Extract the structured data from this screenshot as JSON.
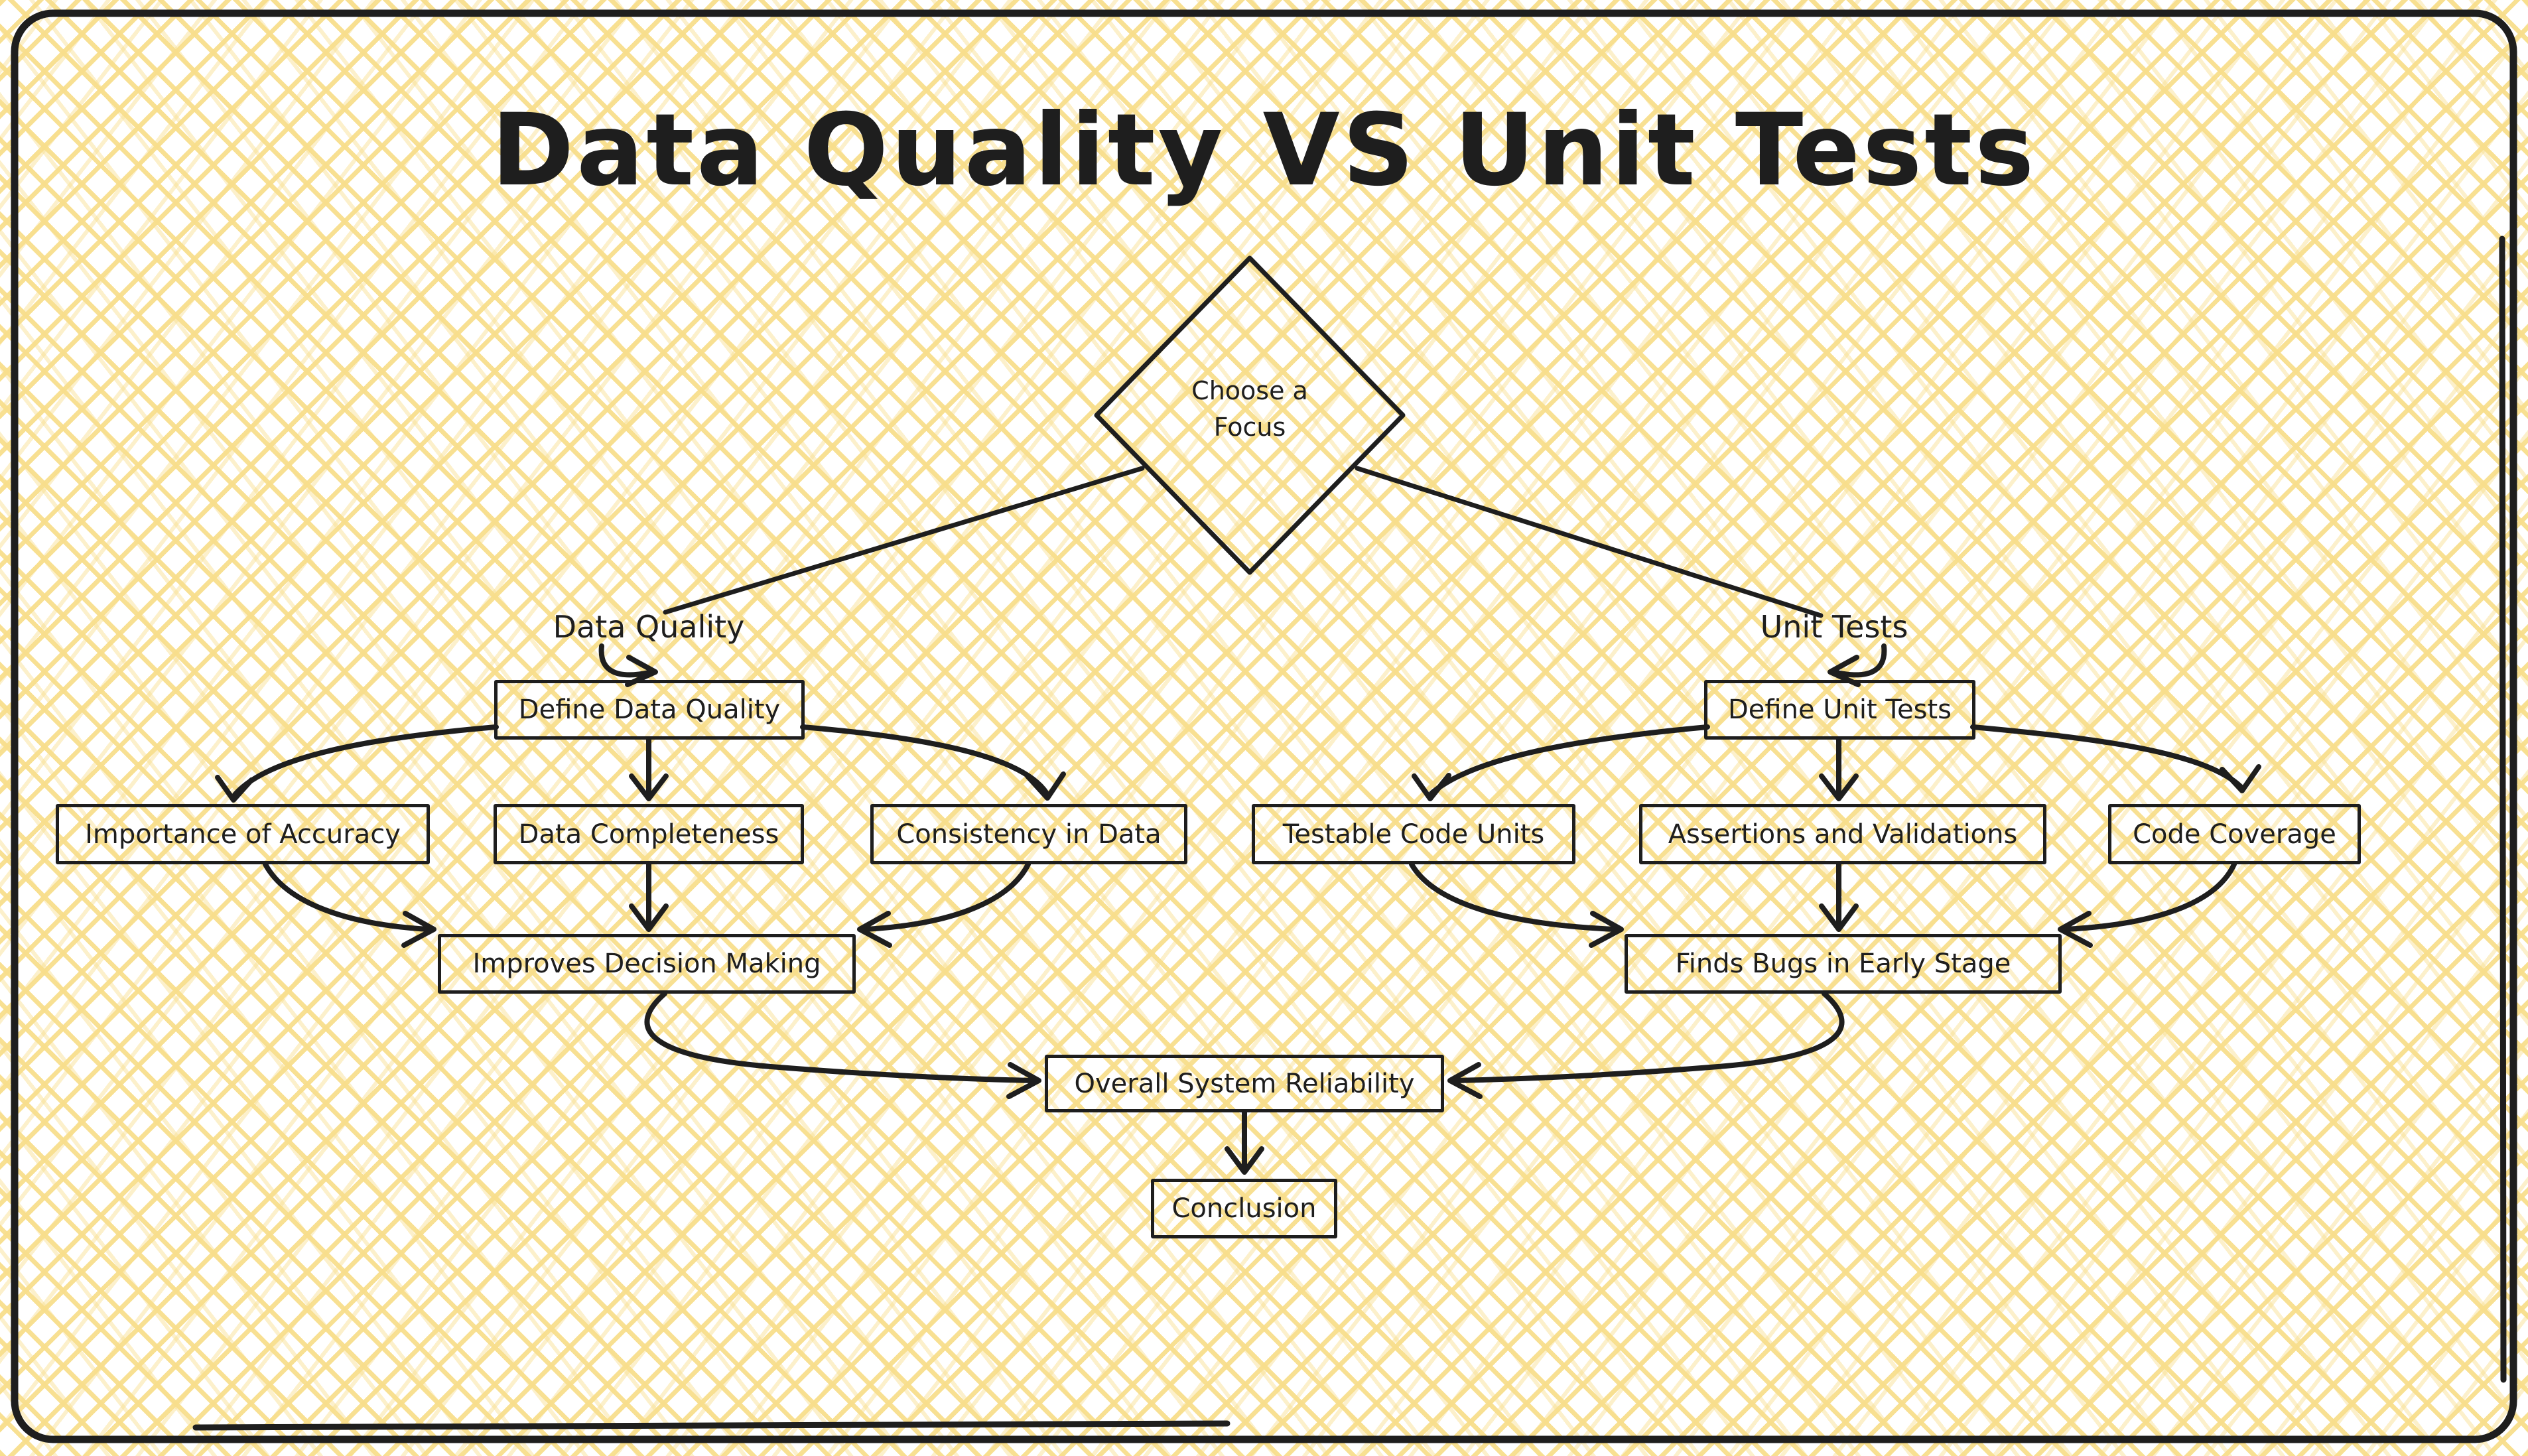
{
  "title": "Data Quality VS Unit Tests",
  "decision": {
    "line1": "Choose a",
    "line2": "Focus"
  },
  "left_branch": {
    "label": "Data Quality",
    "define_box": "Define Data Quality",
    "aspects": [
      "Importance of Accuracy",
      "Data Completeness",
      "Consistency in Data"
    ],
    "outcome": "Improves Decision Making"
  },
  "right_branch": {
    "label": "Unit Tests",
    "define_box": "Define Unit Tests",
    "aspects": [
      "Testable Code Units",
      "Assertions and Validations",
      "Code Coverage"
    ],
    "outcome": "Finds Bugs in Early Stage"
  },
  "convergence": {
    "reliability": "Overall System Reliability",
    "conclusion": "Conclusion"
  },
  "colors": {
    "background": "#ffffff",
    "hatch_yellow": "#f8de8c",
    "ink": "#1e1e1e"
  }
}
